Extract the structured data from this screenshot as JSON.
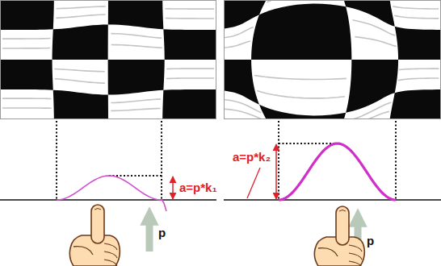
{
  "diagram": {
    "labels": [
      "a=p*k₁",
      "p",
      "a=p*k₂",
      "p"
    ]
  }
}
